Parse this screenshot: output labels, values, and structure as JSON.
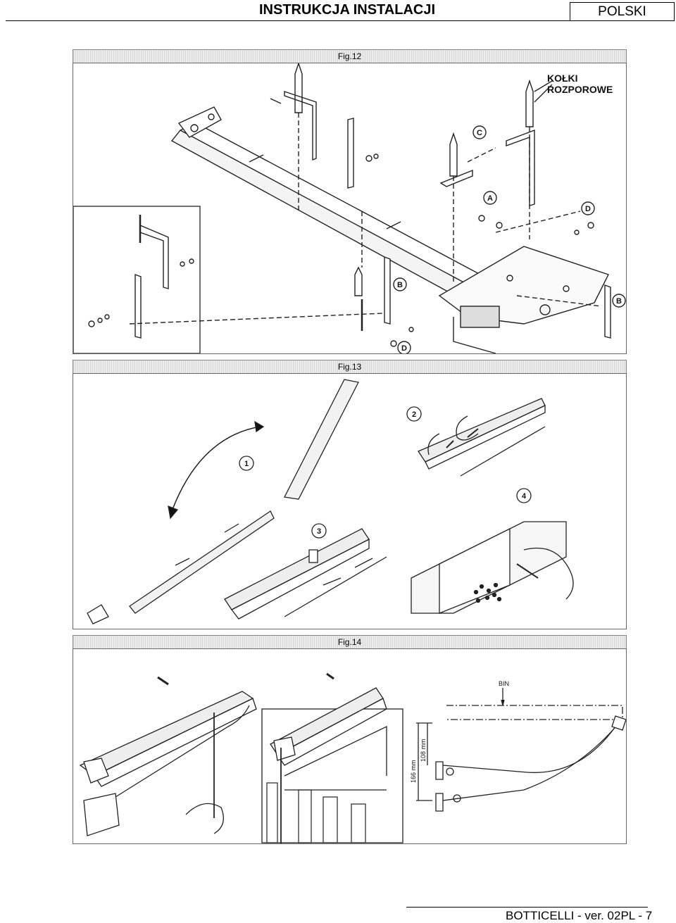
{
  "header": {
    "title": "INSTRUKCJA INSTALACJI",
    "language": "POLSKI"
  },
  "figures": [
    {
      "label": "Fig.12",
      "callout": [
        "KOŁKI",
        "ROZPOROWE"
      ],
      "parts": [
        "C",
        "A",
        "D",
        "B",
        "B",
        "D"
      ]
    },
    {
      "label": "Fig.13",
      "steps": [
        "1",
        "2",
        "3",
        "4"
      ]
    },
    {
      "label": "Fig.14",
      "dims": {
        "bin": "BIN",
        "outer": "166 mm",
        "inner": "108 mm"
      }
    }
  ],
  "footer": {
    "text": "BOTTICELLI - ver. 02PL - 7"
  }
}
